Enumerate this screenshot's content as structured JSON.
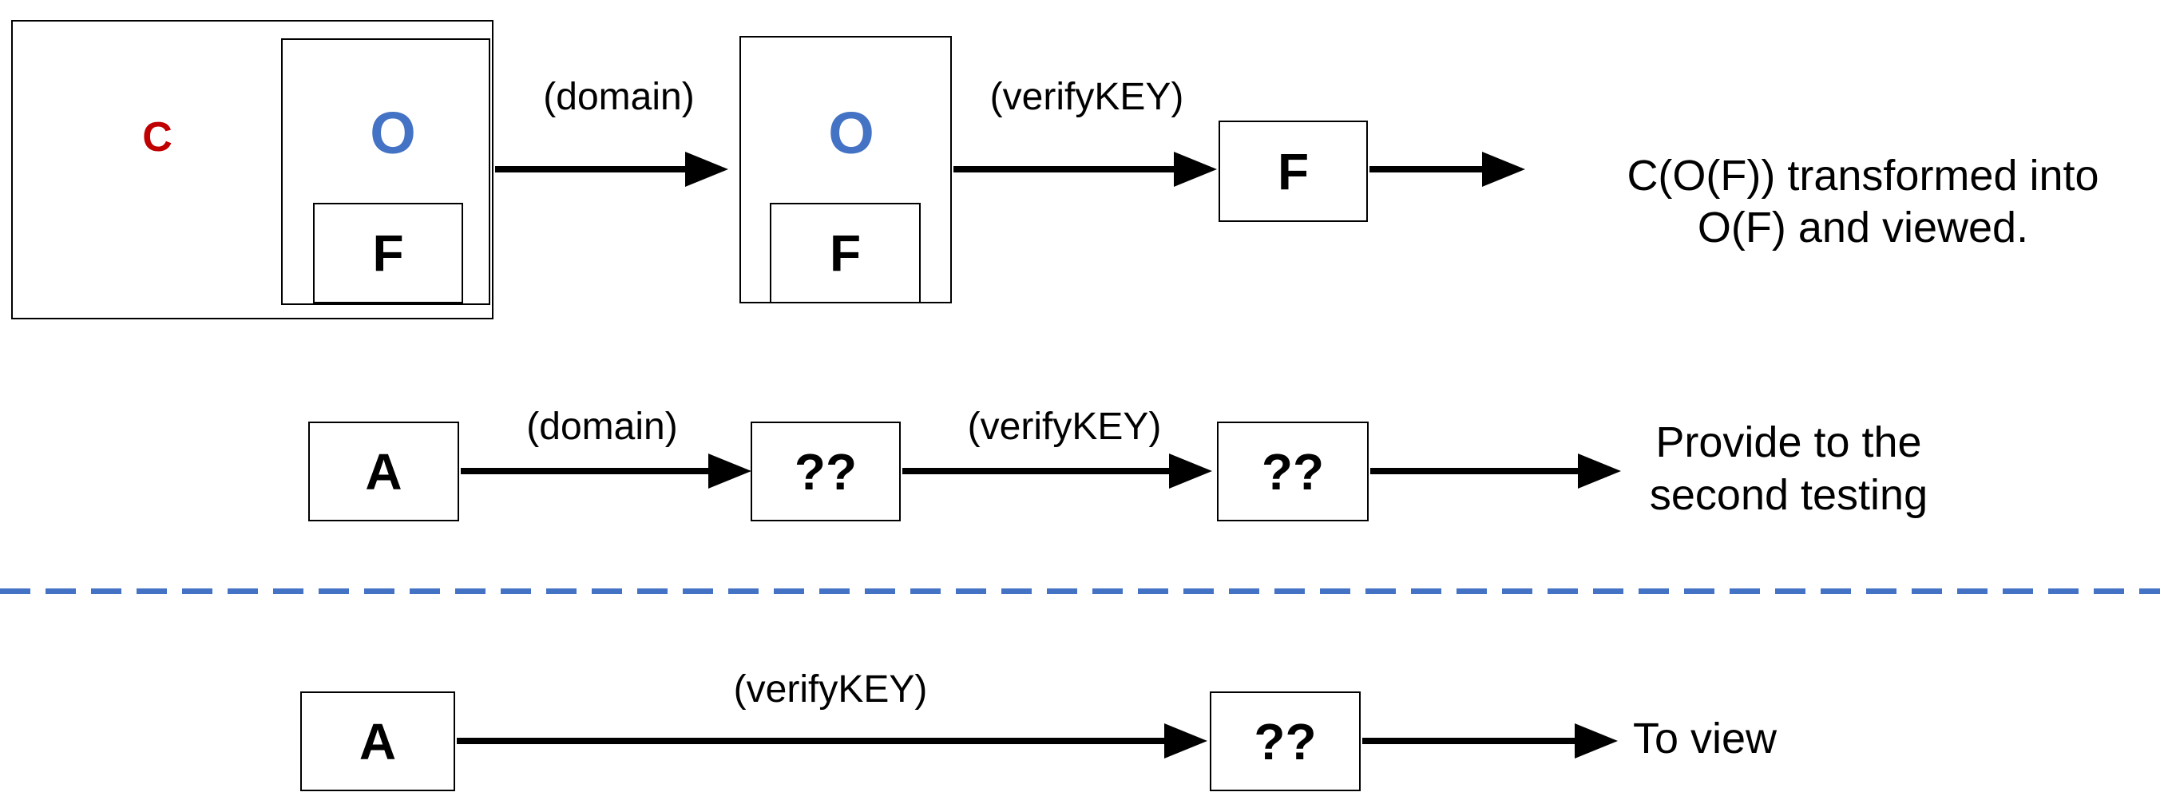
{
  "diagram": {
    "row1": {
      "outer_label": "C",
      "o_label": "O",
      "f_label": "F",
      "arrow1_label": "(domain)",
      "arrow2_label": "(verifyKEY)",
      "caption_line1": "C(O(F)) transformed into",
      "caption_line2": "O(F) and viewed."
    },
    "row2": {
      "a_label": "A",
      "arrow1_label": "(domain)",
      "q1_label": "??",
      "arrow2_label": "(verifyKEY)",
      "q2_label": "??",
      "caption_line1": "Provide to the",
      "caption_line2": "second testing"
    },
    "row3": {
      "a_label": "A",
      "arrow_label": "(verifyKEY)",
      "q_label": "??",
      "caption": "To view"
    },
    "colors": {
      "c_letter": "#C00000",
      "o_letter": "#4472C4",
      "divider": "#4472C4",
      "line": "#000000"
    }
  }
}
